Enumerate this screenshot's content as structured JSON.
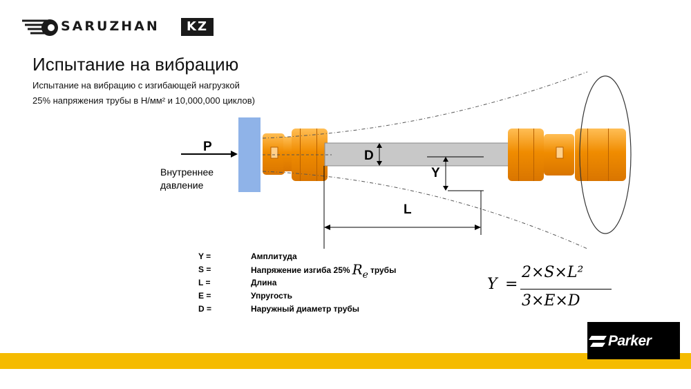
{
  "header": {
    "logo_text": "SARUZHAN",
    "logo_suffix": "KZ"
  },
  "slide": {
    "title": "Испытание на вибрацию",
    "subtitle_line1": "Испытание на вибрацию с изгибающей нагрузкой",
    "subtitle_line2": "25% напряжения трубы в Н/мм² и 10,000,000 циклов)"
  },
  "diagram": {
    "force_label": "P",
    "internal_pressure_label_1": "Внутреннее",
    "internal_pressure_label_2": "давление",
    "diameter_label": "D",
    "amplitude_label": "Y",
    "length_label": "L",
    "colors": {
      "wall": "#8fb3e8",
      "fitting": "#f08c00",
      "fitting_light": "#ffbe55",
      "tube": "#c8c8c8",
      "footer": "#f5bb00"
    }
  },
  "legend": [
    {
      "symbol": "Y =",
      "description": "Амплитуда"
    },
    {
      "symbol": "S =",
      "description_pre": "Напряжение изгиба 25%",
      "re": "Re",
      "description_post": "трубы"
    },
    {
      "symbol": "L =",
      "description": "Длина"
    },
    {
      "symbol": "E =",
      "description": "Упругость"
    },
    {
      "symbol": "D =",
      "description": "Наружный диаметр трубы"
    }
  ],
  "formula": {
    "lhs": "Y",
    "eq": "=",
    "numerator": "2×S×L²",
    "denominator": "3×E×D"
  },
  "footer": {
    "brand": "Parker"
  }
}
